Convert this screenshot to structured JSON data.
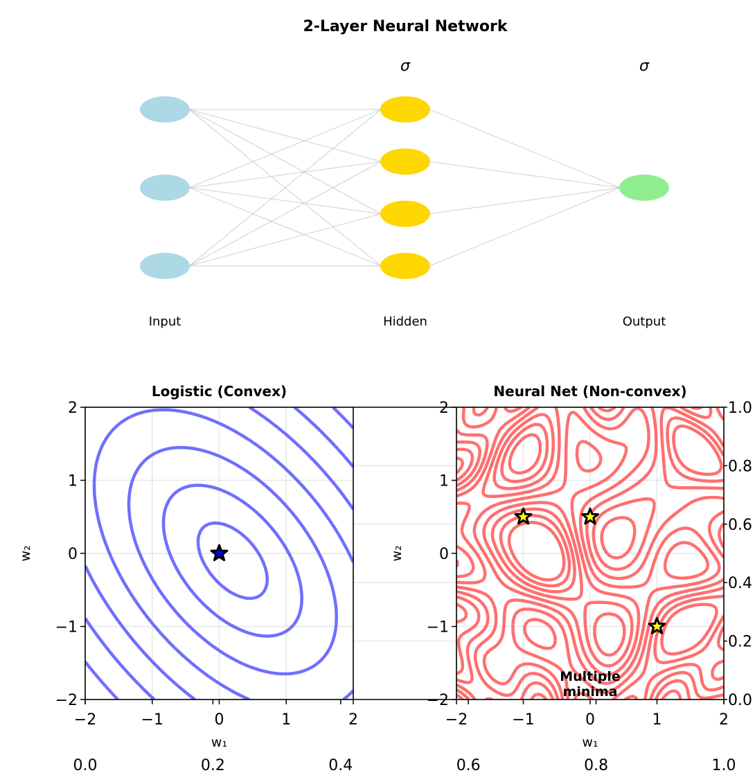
{
  "figure_title": "2-Layer Neural Network",
  "network": {
    "layers": [
      {
        "label": "Input",
        "nodes": 3,
        "color": "#add8e6",
        "activation": ""
      },
      {
        "label": "Hidden",
        "nodes": 4,
        "color": "#ffd700",
        "activation": "σ"
      },
      {
        "label": "Output",
        "nodes": 1,
        "color": "#90ee90",
        "activation": "σ"
      }
    ],
    "edge_color": "#bbbbbb"
  },
  "chart_data": [
    {
      "type": "contour",
      "title": "Logistic (Convex)",
      "xlabel": "w₁",
      "ylabel": "w₂",
      "xlim": [
        -2,
        2
      ],
      "ylim": [
        -2,
        2
      ],
      "xticks": [
        "−2",
        "−1",
        "0",
        "1",
        "2"
      ],
      "yticks": [
        "−2",
        "−1",
        "0",
        "1",
        "2"
      ],
      "color": "#6666ff",
      "minimum": {
        "x": 0,
        "y": 0,
        "marker": "star",
        "fill": "#0000ff"
      },
      "grid": true
    },
    {
      "type": "contour",
      "title": "Neural Net (Non-convex)",
      "xlabel": "w₁",
      "ylabel": "w₂",
      "xlim": [
        -2,
        2
      ],
      "ylim": [
        -2,
        2
      ],
      "xticks": [
        "−2",
        "−1",
        "0",
        "1",
        "2"
      ],
      "yticks": [
        "−2",
        "−1",
        "0",
        "1",
        "2"
      ],
      "color": "#ff6666",
      "minima": [
        {
          "x": -1,
          "y": 0.5
        },
        {
          "x": 0,
          "y": 0.5
        },
        {
          "x": 1,
          "y": -1
        }
      ],
      "minima_fill": "#ffff00",
      "annotation": "Multiple\nminima",
      "annotation_lines": [
        "Multiple",
        "minima"
      ],
      "grid": true
    },
    {
      "type": "empty-axes",
      "xlim": [
        0,
        1
      ],
      "ylim": [
        0,
        1
      ],
      "xticks": [
        "0.0",
        "0.2",
        "0.4",
        "0.6",
        "0.8",
        "1.0"
      ],
      "yticks": [
        "0.0",
        "0.2",
        "0.4",
        "0.6",
        "0.8",
        "1.0"
      ],
      "grid": true
    }
  ]
}
